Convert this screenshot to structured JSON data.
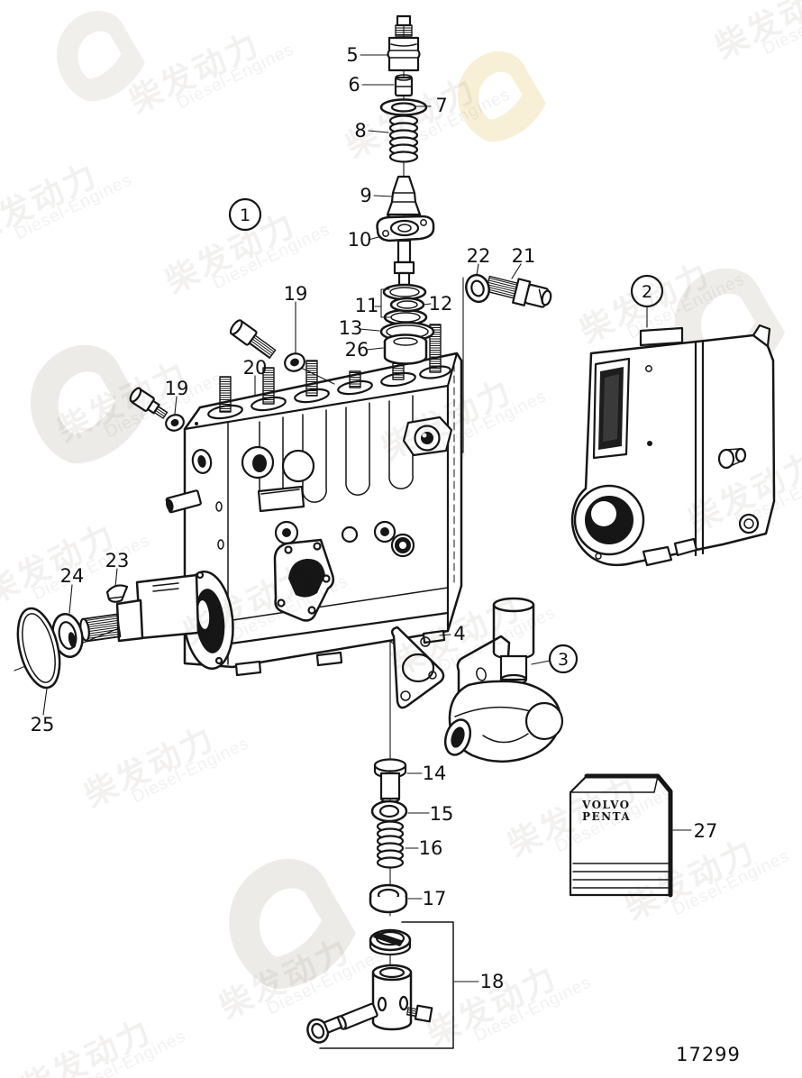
{
  "figure": {
    "drawing_number": "17299"
  },
  "watermark": {
    "cn": "柴发动力",
    "en": "Diesel-Engines"
  },
  "parts_box": {
    "line1": "VOLVO",
    "line2": "PENTA"
  },
  "assembly_refs": {
    "r1": "1",
    "r2": "2",
    "r3": "3"
  },
  "callouts": {
    "c4": "4",
    "c5": "5",
    "c6": "6",
    "c7": "7",
    "c8": "8",
    "c9": "9",
    "c10": "10",
    "c11": "11",
    "c12": "12",
    "c13": "13",
    "c14": "14",
    "c15": "15",
    "c16": "16",
    "c17": "17",
    "c18": "18",
    "c19": "19",
    "c20": "20",
    "c21": "21",
    "c22": "22",
    "c23": "23",
    "c24": "24",
    "c25": "25",
    "c26": "26",
    "c27": "27"
  }
}
